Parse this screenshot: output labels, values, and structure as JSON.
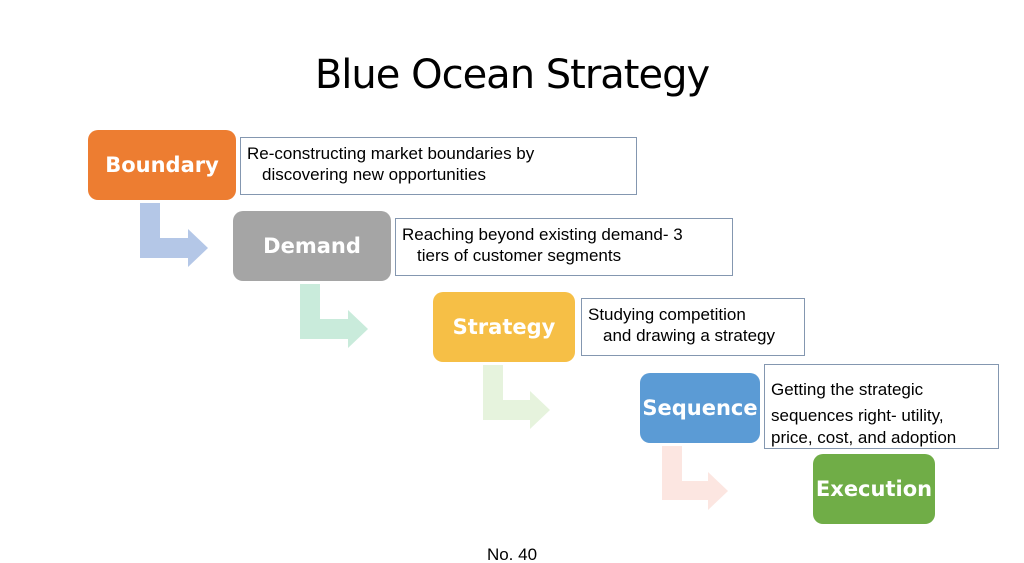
{
  "title": "Blue Ocean Strategy",
  "steps": [
    {
      "label": "Boundary",
      "color": "#ED7D31",
      "arrow_color": "#B4C7E7",
      "desc1": "Re-constructing market boundaries by",
      "desc2": "discovering new opportunities"
    },
    {
      "label": "Demand",
      "color": "#A5A5A5",
      "arrow_color": "#C9EBDB",
      "desc1": "Reaching beyond existing demand- 3",
      "desc2": "tiers of customer segments"
    },
    {
      "label": "Strategy",
      "color": "#F6BF46",
      "arrow_color": "#E6F3DD",
      "desc1": "Studying competition",
      "desc2": "and drawing a strategy"
    },
    {
      "label": "Sequence",
      "color": "#5B9BD5",
      "arrow_color": "#FCE6E1",
      "desc1": "Getting the strategic",
      "desc2": "sequences right- utility,",
      "desc3": "price, cost, and adoption"
    },
    {
      "label": "Execution",
      "color": "#70AD47"
    }
  ],
  "footer": "No. 40"
}
